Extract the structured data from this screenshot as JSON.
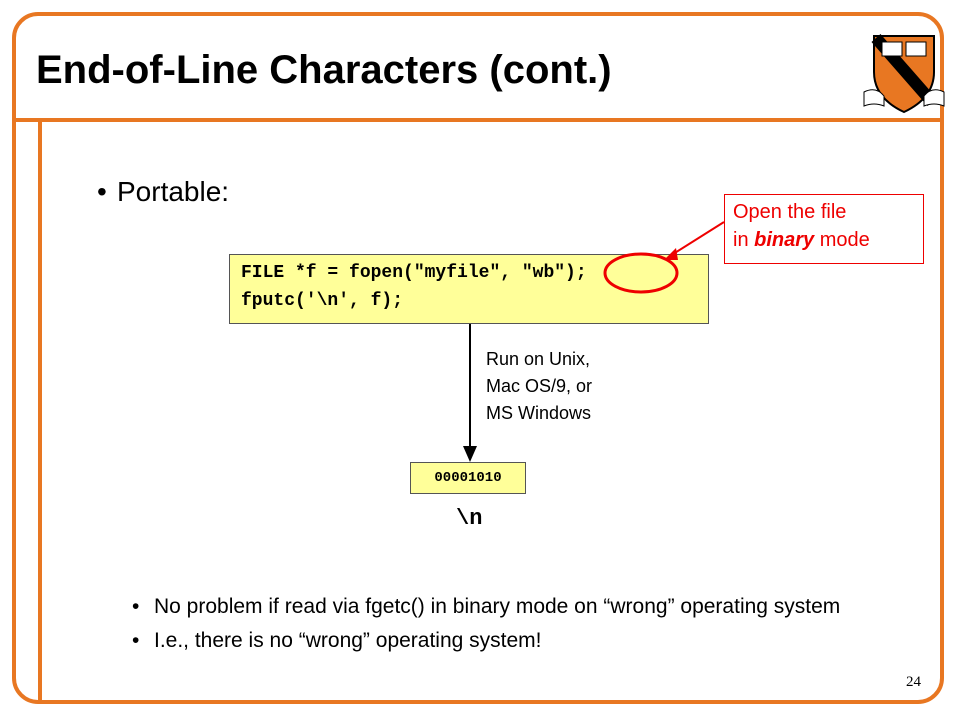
{
  "slide": {
    "title": "End-of-Line Characters (cont.)",
    "bullet": "Portable:",
    "code_lines": [
      "FILE *f = fopen(\"myfile\", \"wb\");",
      "fputc('\\n', f);"
    ],
    "callout_text_1": "Open the file",
    "callout_text_2_pre": "in ",
    "callout_text_2_bold": "binary",
    "callout_text_2_post": " mode",
    "run_label_lines": [
      "Run on Unix,",
      "Mac OS/9, or",
      "MS Windows"
    ],
    "byte_value": "00001010",
    "byte_caption": "\\n",
    "sub_bullets": [
      "No problem if read via fgetc() in binary mode on “wrong” operating system",
      "I.e., there is no “wrong” operating system!"
    ],
    "page_number": "24",
    "logo_icon": "princeton-shield-icon",
    "colors": {
      "accent": "#e87722",
      "code_bg": "#ffff99",
      "callout": "#e00000"
    }
  }
}
